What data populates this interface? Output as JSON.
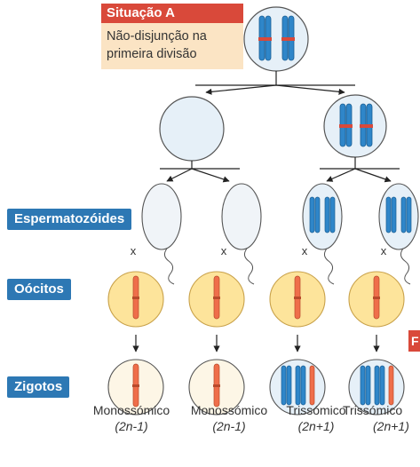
{
  "situation": {
    "title": "Situação A",
    "description": "Não-disjunção na primeira divisão"
  },
  "labels": {
    "sperm": "Espermatozóides",
    "oocytes": "Oócitos",
    "zygotes": "Zigotos"
  },
  "cross_symbol": "x",
  "corner_tab": "F",
  "results": [
    {
      "name": "Monossómico",
      "formula": "(2n-1)"
    },
    {
      "name": "Monossómico",
      "formula": "(2n-1)"
    },
    {
      "name": "Trissómico",
      "formula": "(2n+1)"
    },
    {
      "name": "Trissómico",
      "formula": "(2n+1)"
    }
  ],
  "colors": {
    "label_blue": "#2d78b4",
    "situation_red": "#d9493a",
    "situation_bg": "#fbe4c4",
    "chromosome_blue": "#2f86c9",
    "chromosome_orange": "#ef6e4a",
    "oocyte_fill": "#fde49b",
    "cell_fill": "#e6f0f8"
  }
}
